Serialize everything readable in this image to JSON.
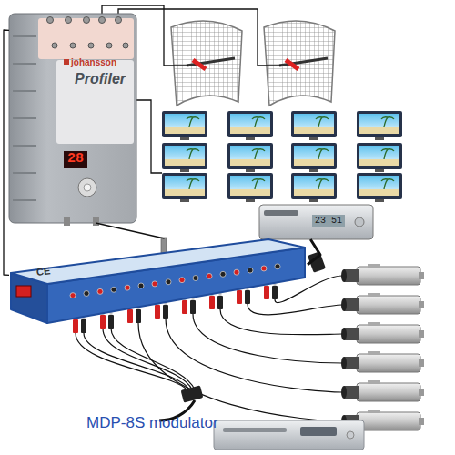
{
  "diagram": {
    "caption": "MDP-8S modulator",
    "nodes": [
      {
        "text": [
          "johansson",
          "Profiler",
          "28"
        ]
      },
      {
        "text": [
          "23 51"
        ]
      },
      {
        "text": [
          "CE"
        ]
      }
    ],
    "edges": [
      {
        "from": 0,
        "to": 2,
        "arrow": "none"
      },
      {
        "from": 0,
        "to": 2,
        "arrow": "none"
      },
      {
        "from": 1,
        "to": 2,
        "arrow": "none"
      }
    ]
  }
}
